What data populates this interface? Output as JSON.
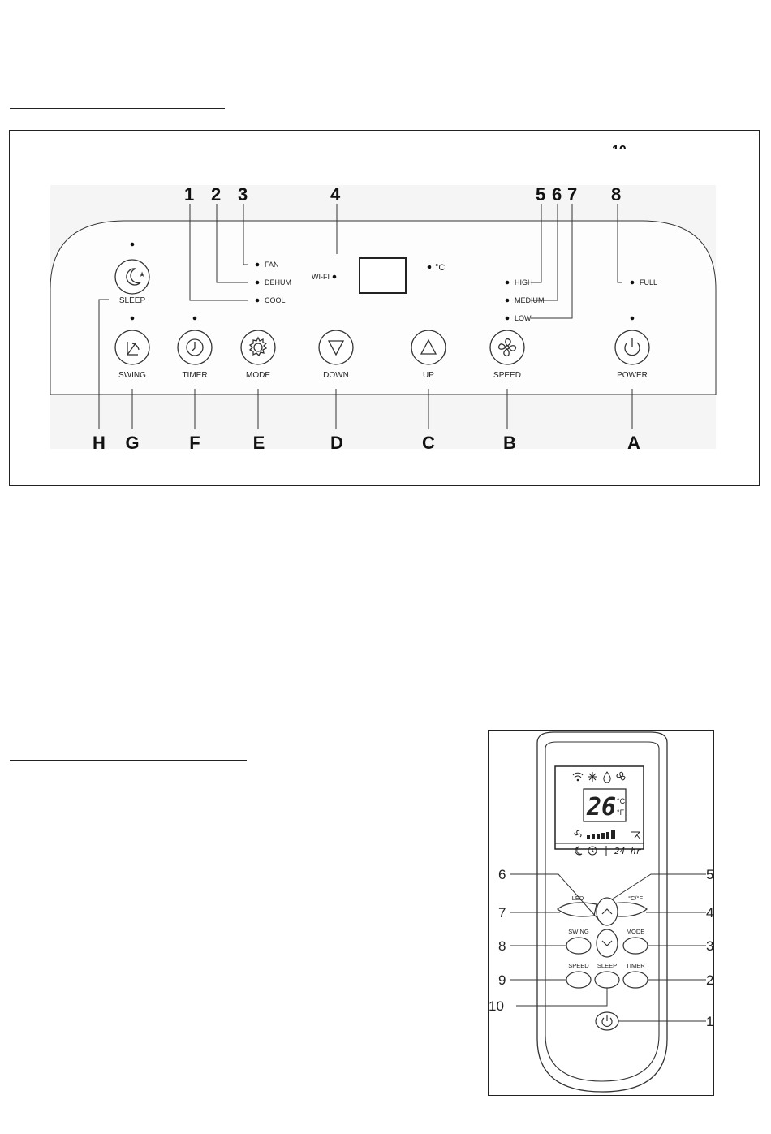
{
  "control_panel": {
    "callouts_top": [
      "1",
      "2",
      "3",
      "4",
      "5",
      "6",
      "7",
      "8"
    ],
    "callouts_bottom": [
      "H",
      "G",
      "F",
      "E",
      "D",
      "C",
      "B",
      "A"
    ],
    "partial_label": "10",
    "mode_indicators": {
      "fan": "FAN",
      "dehum": "DEHUM",
      "cool": "COOL"
    },
    "wifi": "WI-FI",
    "temp_unit": "°C",
    "speed_indicators": {
      "high": "HIGH",
      "medium": "MEDIUM",
      "low": "LOW"
    },
    "full": "FULL",
    "buttons": {
      "sleep": "SLEEP",
      "swing": "SWING",
      "timer": "TIMER",
      "mode": "MODE",
      "down": "DOWN",
      "up": "UP",
      "speed": "SPEED",
      "power": "POWER"
    }
  },
  "remote": {
    "display": {
      "temperature": "26",
      "unit_c": "°C",
      "unit_f": "°F",
      "timer": "24 hr"
    },
    "labels": {
      "led": "LED",
      "cf": "°C/°F",
      "swing": "SWING",
      "mode": "MODE",
      "speed": "SPEED",
      "sleep": "SLEEP",
      "timer": "TIMER"
    },
    "callouts_left": [
      "6",
      "7",
      "8",
      "9",
      "10"
    ],
    "callouts_right": [
      "5",
      "4",
      "3",
      "2",
      "1"
    ]
  }
}
